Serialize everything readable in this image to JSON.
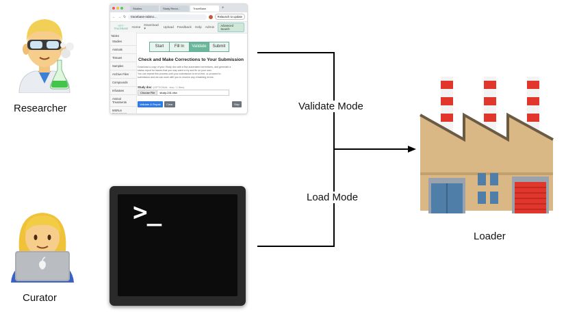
{
  "actors": {
    "researcher_label": "Researcher",
    "curator_label": "Curator",
    "loader_label": "Loader"
  },
  "edges": {
    "validate_label": "Validate Mode",
    "load_label": "Load Mode"
  },
  "browser": {
    "tabs": [
      "Studies",
      "Study Recor...",
      "TraceBase"
    ],
    "url": "tracebase-rabino...",
    "relaunch": "Relaunch to update",
    "logo_text": "~ETT~ TRACEBASE",
    "nav": [
      "Home",
      "Download ▾",
      "Upload",
      "Feedback",
      "Help",
      "Admin"
    ],
    "advanced_search": "Advanced Search",
    "sidebar_heading": "Tables",
    "sidebar_items": [
      "Studies",
      "Animals",
      "Tissues",
      "Samples",
      "Archive Files",
      "Compounds",
      "Infusates",
      "Animal Treatments",
      "MSRun Sequences"
    ],
    "steps": [
      "Start",
      "Fill In",
      "Validate",
      "Submit"
    ],
    "active_step": "Validate",
    "title": "Check and Make Corrections to Your Submission",
    "description_1": "Download a copy of your Study doc with a few automated corrections, and generate a status report for issues that you may want to try and fix on your own.",
    "description_2": "You can repeat this process until your submission is error-free, or proceed to submission and we can work with you to resolve any remaining errors.",
    "study_doc_label": "Study doc:",
    "study_doc_hint": "(OPTIONAL .xlsx / 1 files)",
    "choose_file": "Choose File",
    "file_name": "study-241.xlsx",
    "validate_button": "Validate & Repair",
    "clear_button": "Clear",
    "skip_button": "Skip"
  },
  "terminal": {
    "prompt": ">_"
  },
  "colors": {
    "step_active": "#6ab79b",
    "primary_button": "#2f7ae5",
    "factory_stack_red": "#e0362b"
  }
}
